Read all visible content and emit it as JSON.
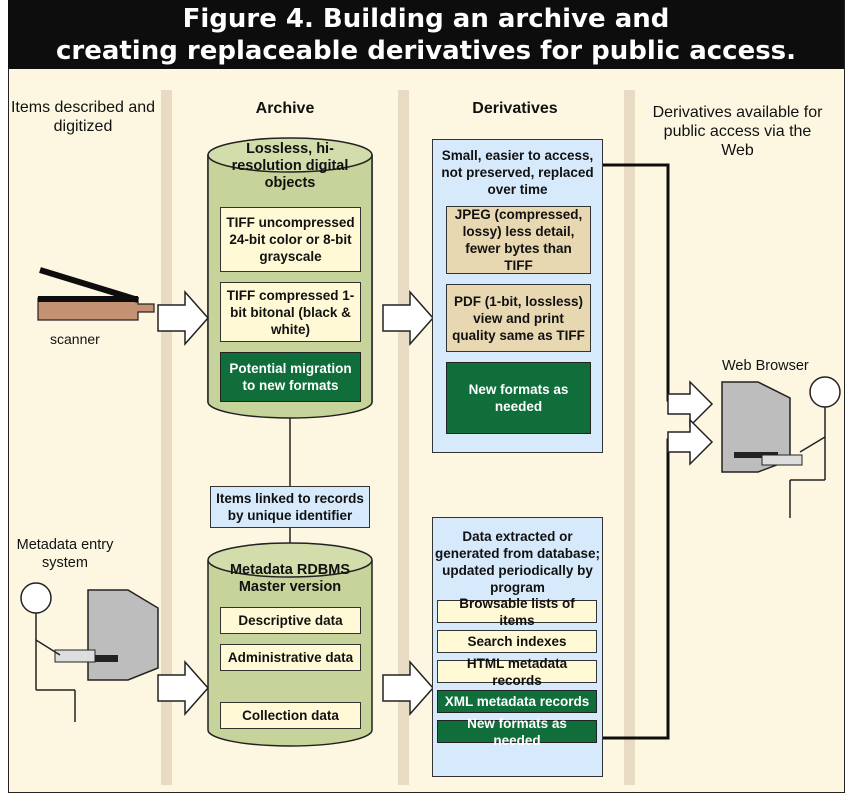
{
  "title": {
    "line1": "Figure 4. Building an archive and",
    "line2": "creating replaceable derivatives for public access."
  },
  "columns": {
    "items": "Items described and digitized",
    "archive": "Archive",
    "derivatives": "Derivatives",
    "public": "Derivatives available for public access via the Web"
  },
  "scanner_label": "scanner",
  "metadata_entry_label": "Metadata entry system",
  "browser_label": "Web Browser",
  "archive_cylinder": {
    "title": "Lossless, hi-resolution digital objects",
    "boxes": [
      "TIFF uncompressed 24-bit color or 8-bit grayscale",
      "TIFF compressed 1-bit bitonal (black & white)",
      "Potential  migration to new formats"
    ]
  },
  "link_box": "Items linked to records by unique identifier",
  "metadata_cylinder": {
    "title": "Metadata RDBMS Master version",
    "boxes": [
      "Descriptive data",
      "Administrative data",
      "Collection data"
    ]
  },
  "derivatives_panel": {
    "title": "Small, easier to access, not preserved, replaced over time",
    "boxes": [
      "JPEG (compressed, lossy) less detail, fewer bytes than TIFF",
      "PDF (1-bit, lossless) view and print quality same as TIFF",
      "New formats as needed"
    ]
  },
  "metadata_derivatives_panel": {
    "title": "Data extracted or generated from database; updated periodically by program",
    "boxes": [
      "Browsable lists of items",
      "Search indexes",
      "HTML metadata records",
      "XML metadata records",
      "New formats as needed"
    ]
  },
  "colors": {
    "title_bg": "#0d0d0d",
    "background": "#fdf7e2",
    "cylinder": "#c6d39a",
    "green": "#0f6e3a",
    "blue": "#d6eafc",
    "tan": "#e8d8b1",
    "cream": "#fff9d6"
  }
}
